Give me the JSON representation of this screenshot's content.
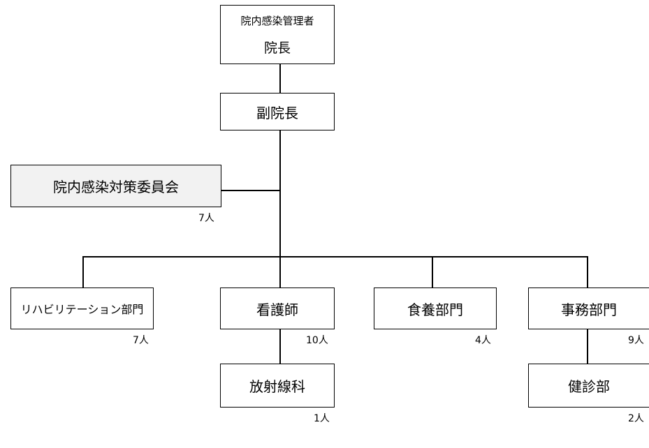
{
  "org_chart": {
    "top": {
      "line1": "院内感染管理者",
      "line2": "院長"
    },
    "vice": "副院長",
    "committee": {
      "label": "院内感染対策委員会",
      "count": "7人"
    },
    "departments": [
      {
        "label": "リハビリテーション部門",
        "count": "7人"
      },
      {
        "label": "看護師",
        "count": "10人"
      },
      {
        "label": "食養部門",
        "count": "4人"
      },
      {
        "label": "事務部門",
        "count": "9人"
      }
    ],
    "sub_units": [
      {
        "label": "放射線科",
        "count": "1人"
      },
      {
        "label": "健診部",
        "count": "2人"
      }
    ]
  }
}
